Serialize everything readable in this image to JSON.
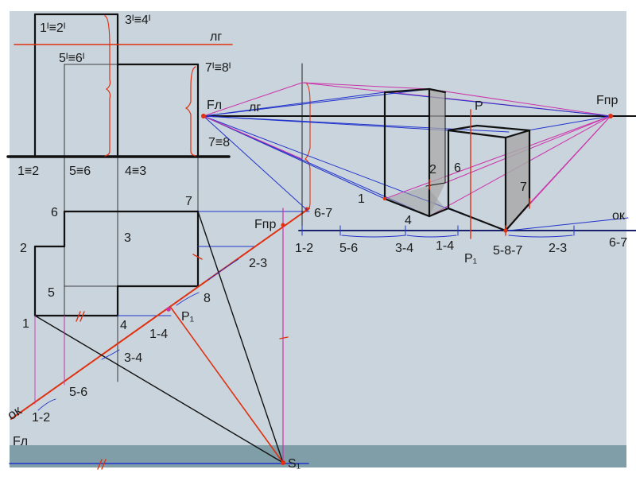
{
  "colors": {
    "board": "#c9d4dc",
    "band": "#7f9ea7",
    "black": "#111111",
    "blue": "#2233cc",
    "magenta": "#cc33aa",
    "red": "#e03010",
    "shade": "#a9a9a9"
  },
  "plan_labels": {
    "l_1p2p": "1ᴵ≡2ᴵ",
    "l_3p4p": "3ᴵ≡4ᴵ",
    "l_lg": "лг",
    "l_5p6p": "5ᴵ≡6ᴵ",
    "l_7p8p": "7ᴵ≡8ᴵ",
    "l_78": "7≡8",
    "l_12": "1≡2",
    "l_56": "5≡6",
    "l_43": "4≡3",
    "l_7": "7",
    "l_6": "6",
    "l_3": "3",
    "l_2": "2",
    "l_5": "5",
    "l_1": "1",
    "l_4": "4",
    "l_8": "8",
    "l_fpr": "Fпр",
    "l_67": "6-7",
    "l_23": "2-3",
    "l_p1": "P₁",
    "l_14": "1-4",
    "l_34": "3-4",
    "l_56b": "5-6",
    "l_ok": "ок",
    "l_12b": "1-2",
    "l_fl": "Fл",
    "l_s1": "S₁"
  },
  "persp_labels": {
    "fl": "Fл",
    "lg": "лг",
    "p": "P",
    "fpr": "Fпр",
    "n2": "2",
    "n6": "6",
    "n7": "7",
    "n1": "1",
    "n4": "4",
    "ok": "ок",
    "b12": "1-2",
    "b56": "5-6",
    "b34": "3-4",
    "b14": "1-4",
    "bp1": "P₁",
    "b587": "5-8-7",
    "b23": "2-3",
    "b67": "6-7"
  }
}
